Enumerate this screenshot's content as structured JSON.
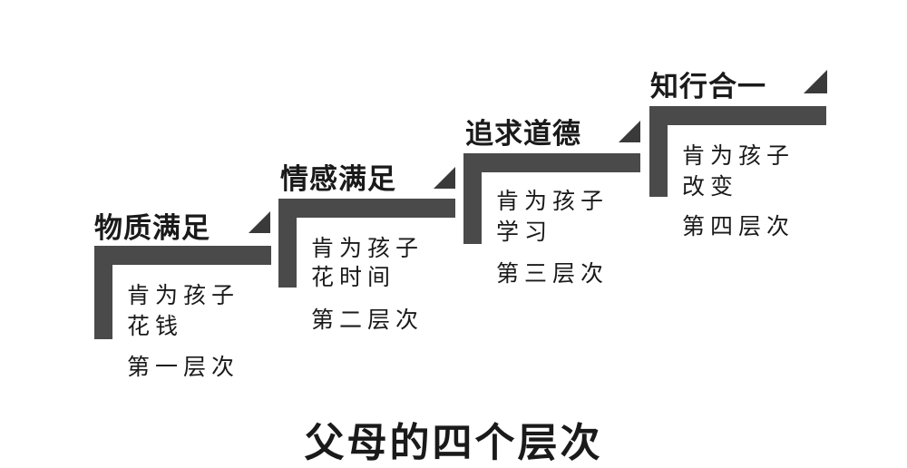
{
  "title": "父母的四个层次",
  "steps": [
    {
      "heading": "物质满足",
      "lines": [
        "肯为孩子",
        "花钱"
      ],
      "level": "第一层次"
    },
    {
      "heading": "情感满足",
      "lines": [
        "肯为孩子",
        "花时间"
      ],
      "level": "第二层次"
    },
    {
      "heading": "追求道德",
      "lines": [
        "肯为孩子",
        "学习"
      ],
      "level": "第三层次"
    },
    {
      "heading": "知行合一",
      "lines": [
        "肯为孩子",
        "改变"
      ],
      "level": "第四层次"
    }
  ],
  "colors": {
    "bracket": "#4a4a4a",
    "triangle": "#3a3a3a",
    "text": "#1a1a1a"
  }
}
